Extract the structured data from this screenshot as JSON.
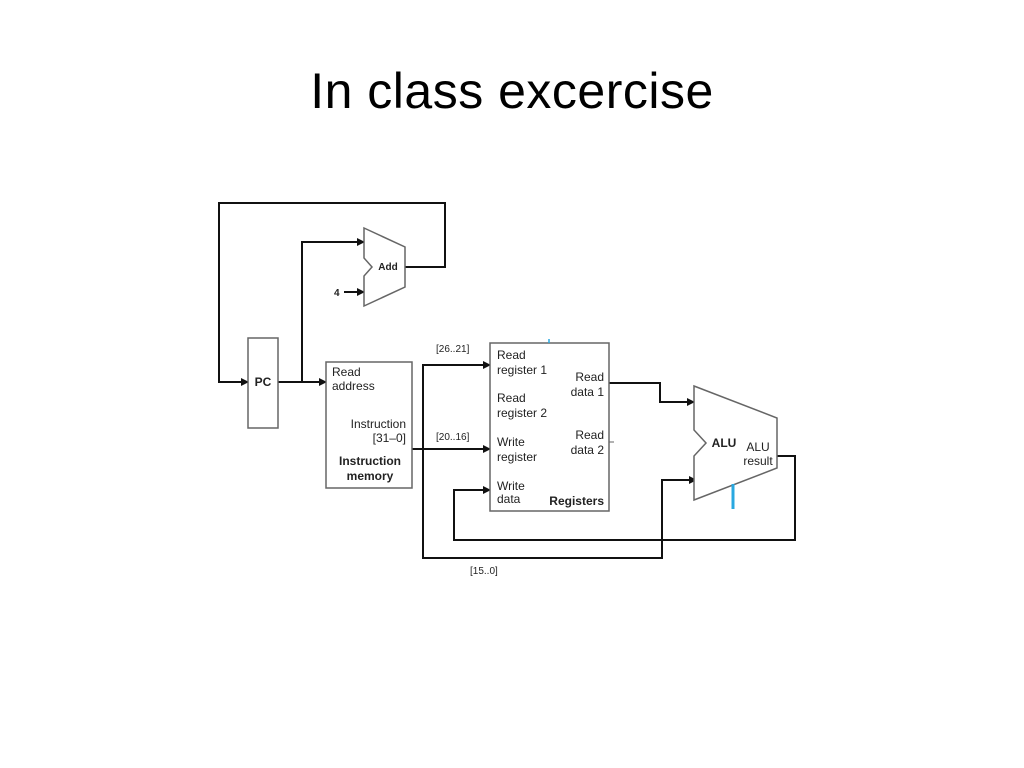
{
  "slide": {
    "title": "In class excercise"
  },
  "diagram": {
    "pc": {
      "label": "PC"
    },
    "adder": {
      "label": "Add",
      "constant": "4"
    },
    "instruction_memory": {
      "read_address": [
        "Read",
        "address"
      ],
      "instruction": [
        "Instruction",
        "[31–0]"
      ],
      "name": [
        "Instruction",
        "memory"
      ]
    },
    "registers": {
      "read_register_1": [
        "Read",
        "register 1"
      ],
      "read_register_2": [
        "Read",
        "register 2"
      ],
      "write_register": [
        "Write",
        "register"
      ],
      "write_data": [
        "Write",
        "data"
      ],
      "read_data_1": [
        "Read",
        "data 1"
      ],
      "read_data_2": [
        "Read",
        "data 2"
      ],
      "name": "Registers"
    },
    "alu": {
      "label": "ALU",
      "result": [
        "ALU",
        "result"
      ]
    },
    "fields": {
      "rs": "[26..21]",
      "rt": "[20..16]",
      "imm": "[15..0]"
    },
    "colors": {
      "accent": "#29a8e0",
      "wire": "#111111",
      "box": "#666666"
    }
  }
}
